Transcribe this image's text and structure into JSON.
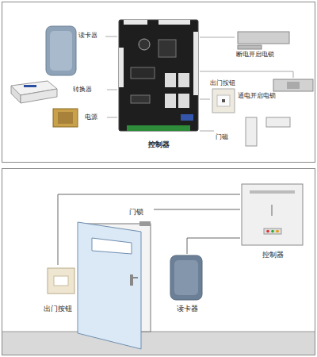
{
  "diagram": {
    "nodes": [
      {
        "text": [
          "读卡器"
        ]
      },
      {
        "text": [
          "转换器"
        ]
      },
      {
        "text": [
          "电源"
        ]
      },
      {
        "text": [
          "控制器"
        ]
      },
      {
        "text": [
          "断电开启电锁"
        ]
      },
      {
        "text": [
          "通电开启电锁"
        ]
      },
      {
        "text": [
          "出门按钮"
        ]
      },
      {
        "text": [
          "门磁"
        ]
      },
      {
        "text": [
          "门锁"
        ]
      },
      {
        "text": [
          "控制器"
        ]
      },
      {
        "text": [
          "出门按钮"
        ]
      },
      {
        "text": [
          "读卡器"
        ]
      }
    ],
    "edges": [
      {
        "from": 3,
        "to": 0,
        "arrow": "none"
      },
      {
        "from": 3,
        "to": 1,
        "arrow": "none"
      },
      {
        "from": 3,
        "to": 2,
        "arrow": "none"
      },
      {
        "from": 3,
        "to": 4,
        "arrow": "none"
      },
      {
        "from": 3,
        "to": 5,
        "arrow": "none"
      },
      {
        "from": 3,
        "to": 6,
        "arrow": "none"
      },
      {
        "from": 3,
        "to": 7,
        "arrow": "none"
      },
      {
        "from": 9,
        "to": 8,
        "arrow": "none"
      },
      {
        "from": 9,
        "to": 10,
        "arrow": "none"
      },
      {
        "from": 9,
        "to": 11,
        "arrow": "none"
      }
    ]
  }
}
